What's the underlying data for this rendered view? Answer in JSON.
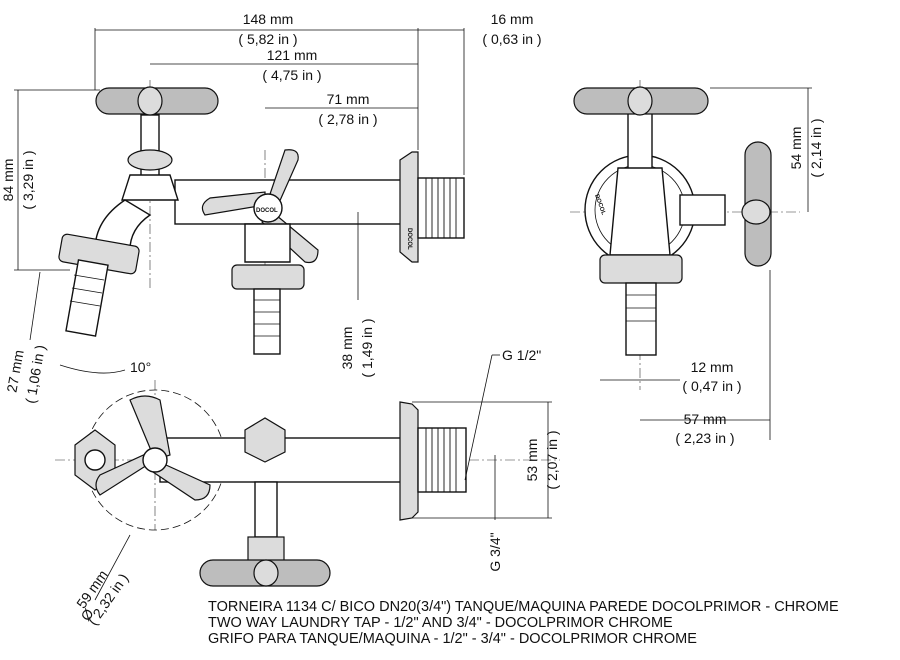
{
  "dimensions": {
    "d148": {
      "mm": "148 mm",
      "inch": "( 5,82 in )"
    },
    "d16": {
      "mm": "16 mm",
      "inch": "( 0,63 in )"
    },
    "d121": {
      "mm": "121 mm",
      "inch": "( 4,75 in )"
    },
    "d71": {
      "mm": "71 mm",
      "inch": "( 2,78 in )"
    },
    "d84": {
      "mm": "84 mm",
      "inch": "( 3,29 in )"
    },
    "d54": {
      "mm": "54 mm",
      "inch": "( 2,14 in )"
    },
    "d27": {
      "mm": "27 mm",
      "inch": "( 1,06 in )"
    },
    "d38": {
      "mm": "38 mm",
      "inch": "( 1,49 in )"
    },
    "d12": {
      "mm": "12 mm",
      "inch": "( 0,47 in )"
    },
    "d57": {
      "mm": "57 mm",
      "inch": "( 2,23 in )"
    },
    "d53": {
      "mm": "53 mm",
      "inch": "( 2,07 in )"
    },
    "d59": {
      "mm": "59 mm",
      "inch": "( 2,32 in )",
      "symbol": "Ø"
    },
    "angle": "10°",
    "thread_small": "G 1/2\"",
    "thread_large": "G 3/4\""
  },
  "brand_mark": "DOCOL",
  "caption": [
    "TORNEIRA 1134 C/ BICO DN20(3/4\") TANQUE/MAQUINA PAREDE DOCOLPRIMOR - CHROME",
    "TWO WAY LAUNDRY TAP - 1/2\" AND 3/4\" - DOCOLPRIMOR  CHROME",
    "GRIFO PARA TANQUE/MAQUINA - 1/2\" - 3/4\" - DOCOLPRIMOR  CHROME"
  ]
}
